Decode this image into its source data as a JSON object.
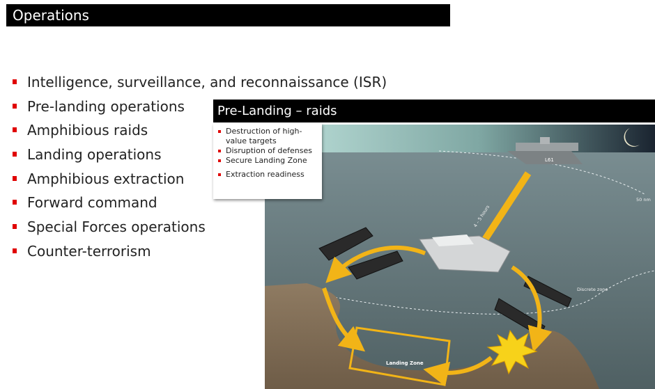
{
  "header": {
    "title": "Operations"
  },
  "bullets": [
    "Intelligence, surveillance, and reconnaissance (ISR)",
    "Pre-landing operations",
    "Amphibious raids",
    "Landing operations",
    "Amphibious extraction",
    "Forward command",
    "Special Forces operations",
    "Counter-terrorism"
  ],
  "panel": {
    "title": "Pre-Landing – raids",
    "list": [
      "Destruction of high-value targets",
      "Disruption of defenses",
      "Secure Landing Zone"
    ],
    "extra": "Extraction readiness"
  },
  "scene": {
    "ship_number": "L61",
    "distance_label": "50 nm",
    "time_label": "4 – 5 hours",
    "discrete_zone_label": "Discrete zone",
    "landing_zone_label": "Landing Zone"
  },
  "colors": {
    "accent": "#e00000",
    "arrow": "#f2b417",
    "sea": "#63777a",
    "land": "#8a775f"
  }
}
